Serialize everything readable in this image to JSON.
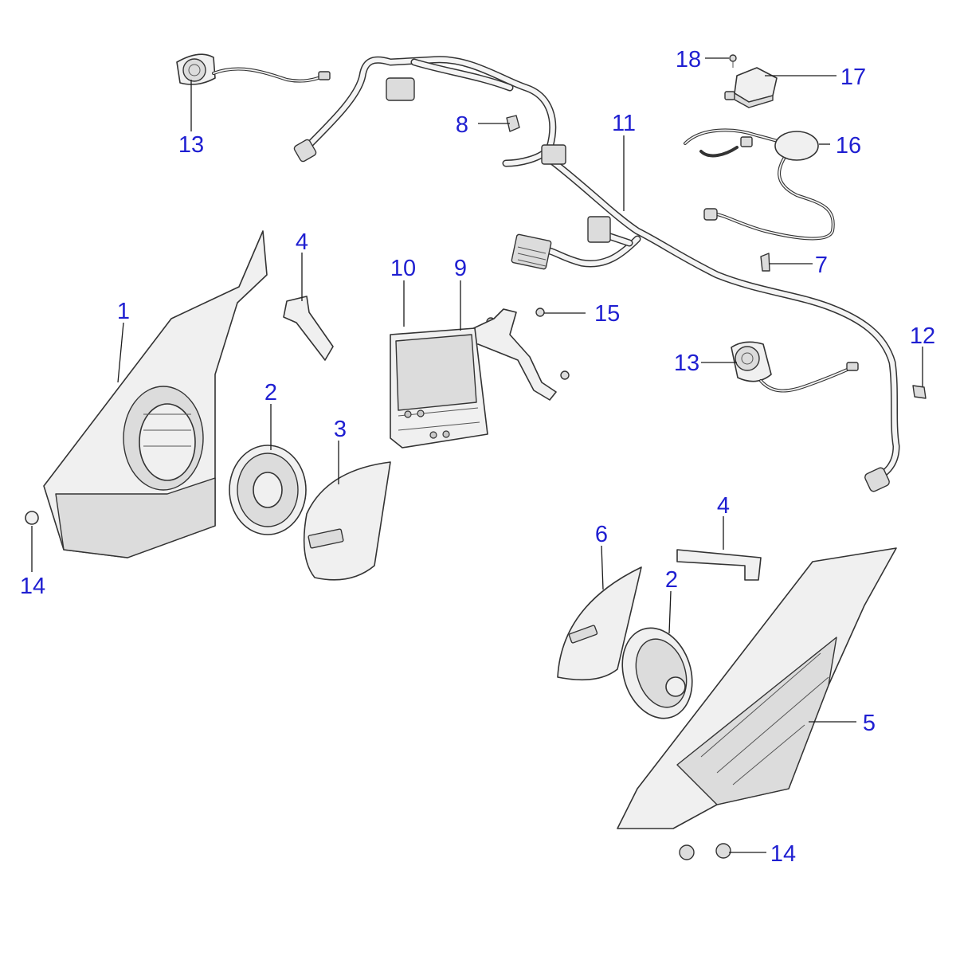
{
  "callouts": {
    "c1": "1",
    "c2a": "2",
    "c2b": "2",
    "c3": "3",
    "c4a": "4",
    "c4b": "4",
    "c5": "5",
    "c6": "6",
    "c7": "7",
    "c8": "8",
    "c9": "9",
    "c10": "10",
    "c11": "11",
    "c12": "12",
    "c13a": "13",
    "c13b": "13",
    "c14a": "14",
    "c14b": "14",
    "c15": "15",
    "c16": "16",
    "c17": "17",
    "c18": "18"
  },
  "colors": {
    "callout_text": "#1f1fd1",
    "part_fill": "#f0f0f0",
    "outline": "#333333"
  }
}
